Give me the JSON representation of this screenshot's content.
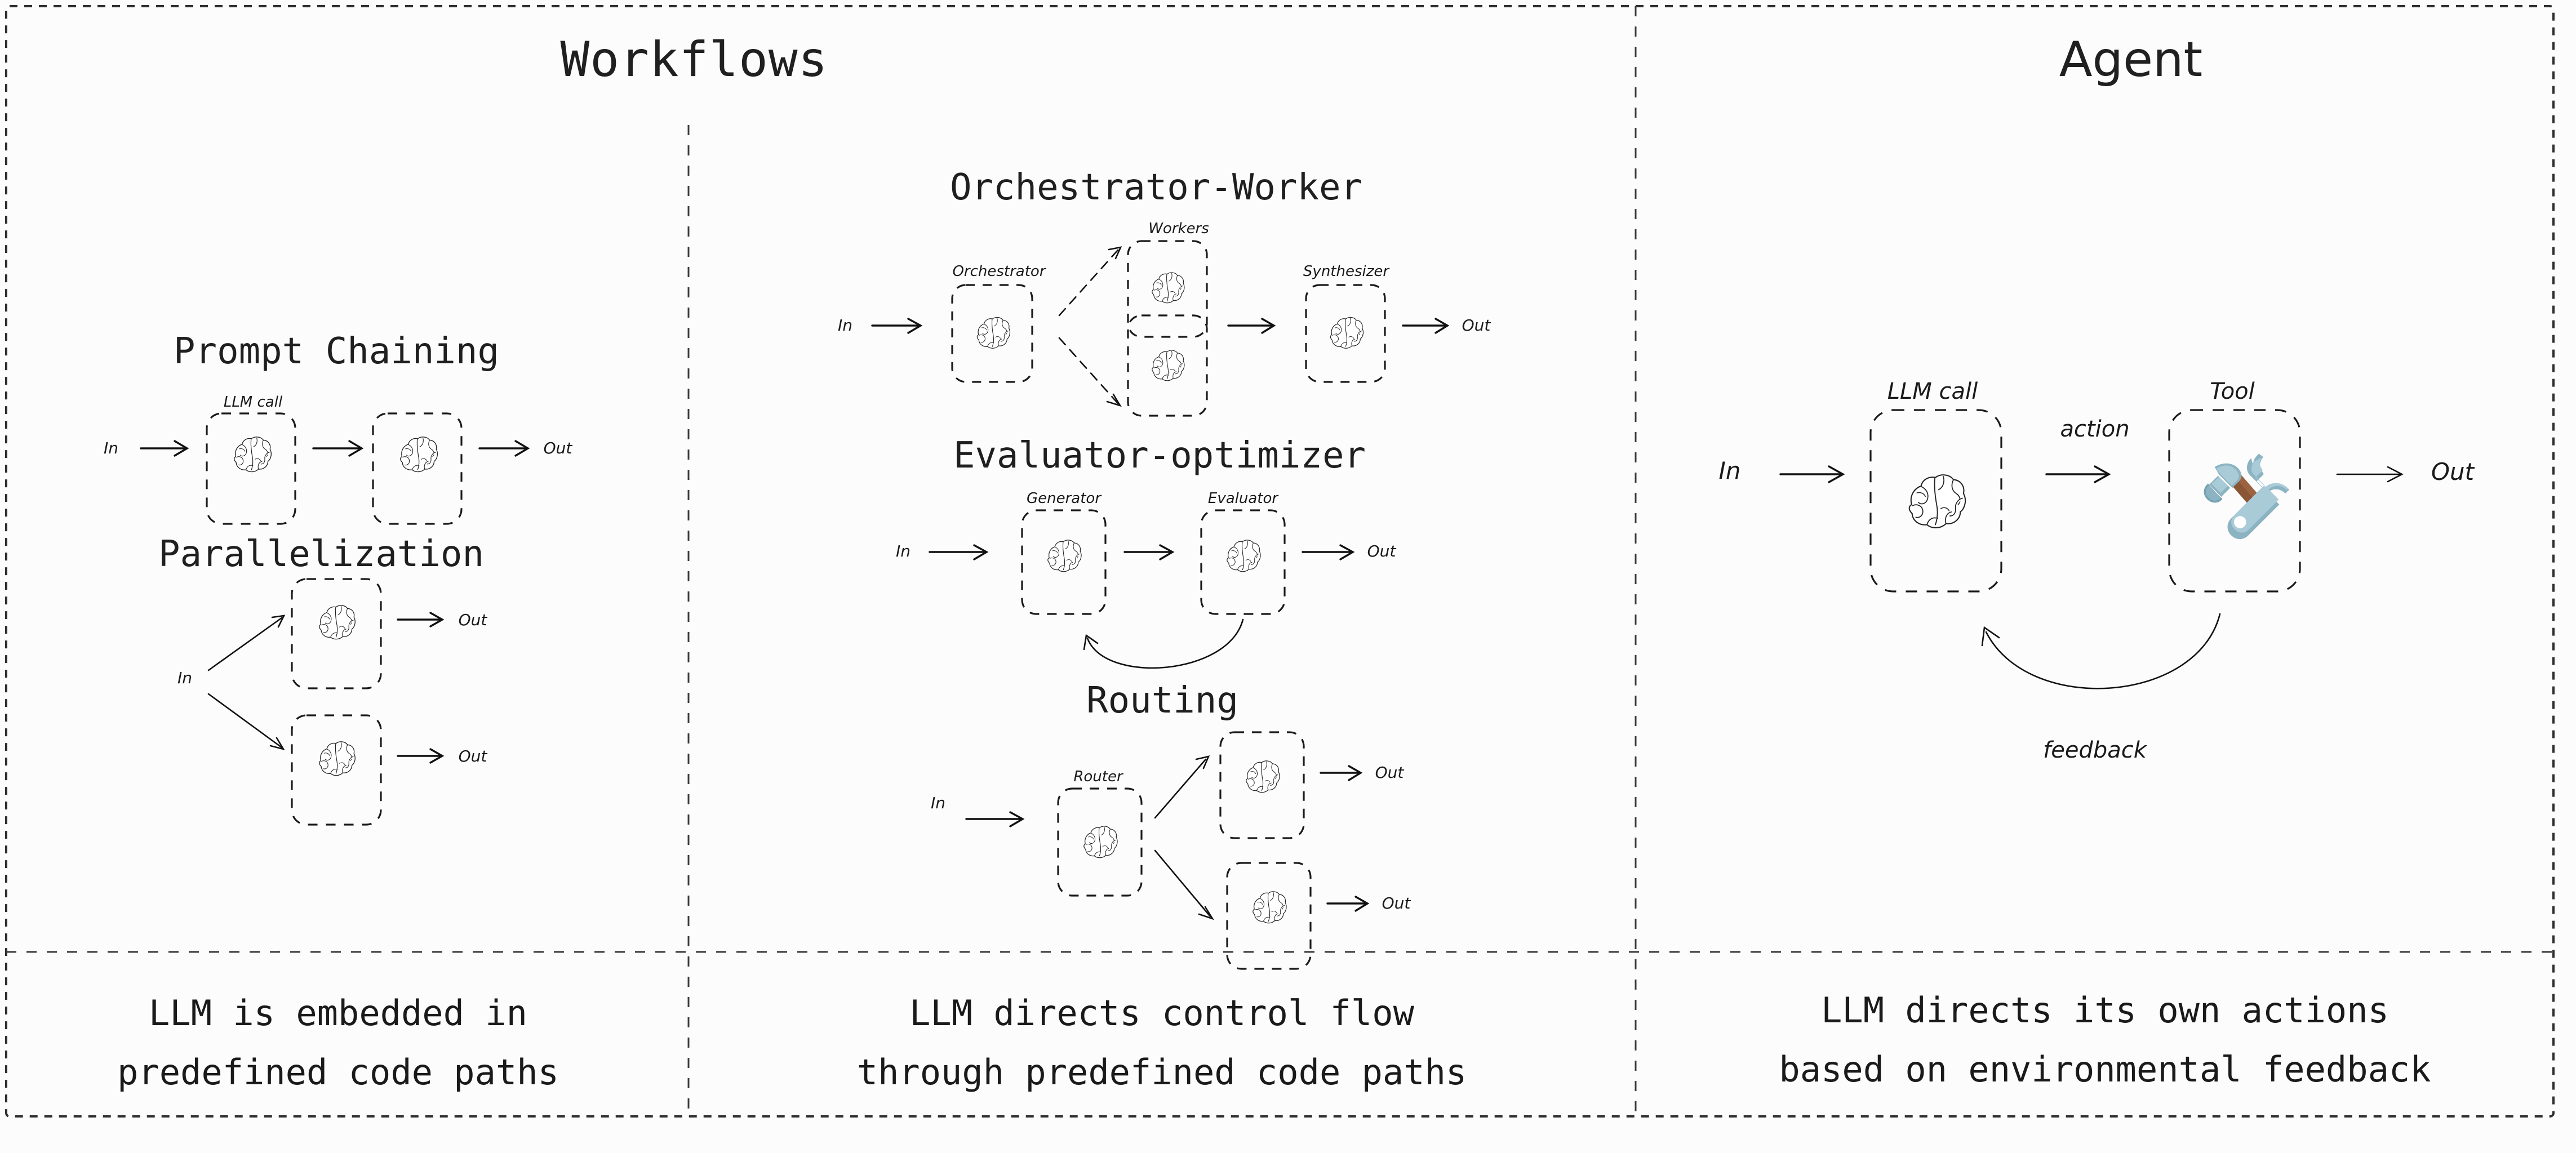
{
  "figure": {
    "background_color": "#fcfcfc",
    "ink_color": "#1a1a1a"
  },
  "columns": {
    "workflows_title": "Workflows",
    "agent_title": "Agent"
  },
  "captions": {
    "left": {
      "line1": "LLM is embedded in",
      "line2": "predefined code paths"
    },
    "middle": {
      "line1": "LLM directs control flow",
      "line2": "through predefined code paths"
    },
    "right": {
      "line1": "LLM directs its own actions",
      "line2": "based on environmental feedback"
    }
  },
  "patterns": {
    "prompt_chaining": {
      "title": "Prompt Chaining",
      "node_label": "LLM call",
      "input": "In",
      "output": "Out",
      "icons": [
        "brain-icon",
        "brain-icon"
      ]
    },
    "parallelization": {
      "title": "Parallelization",
      "input": "In",
      "output_top": "Out",
      "output_bottom": "Out",
      "icons": [
        "brain-icon",
        "brain-icon"
      ]
    },
    "orchestrator_worker": {
      "title": "Orchestrator-Worker",
      "orchestrator_label": "Orchestrator",
      "workers_label": "Workers",
      "synthesizer_label": "Synthesizer",
      "input": "In",
      "output": "Out",
      "icons": [
        "brain-icon",
        "brain-icon",
        "brain-icon",
        "brain-icon"
      ]
    },
    "evaluator_optimizer": {
      "title": "Evaluator-optimizer",
      "generator_label": "Generator",
      "evaluator_label": "Evaluator",
      "input": "In",
      "output": "Out",
      "icons": [
        "brain-icon",
        "brain-icon"
      ]
    },
    "routing": {
      "title": "Routing",
      "router_label": "Router",
      "input": "In",
      "output_top": "Out",
      "output_bottom": "Out",
      "icons": [
        "brain-icon",
        "brain-icon",
        "brain-icon"
      ]
    },
    "agent": {
      "llm_label": "LLM call",
      "tool_label": "Tool",
      "action_label": "action",
      "feedback_label": "feedback",
      "input": "In",
      "output": "Out",
      "icons": [
        "brain-icon",
        "hammer-and-wrench-icon"
      ],
      "tool_colors": {
        "metal_light": "#a9cbd8",
        "metal_mid": "#8cb3c2",
        "metal_dark": "#77a2b4",
        "handle_brown": "#9b6340"
      }
    }
  }
}
